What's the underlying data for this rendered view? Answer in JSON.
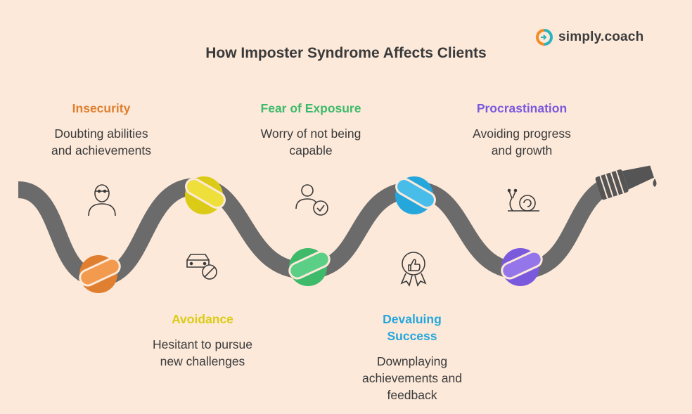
{
  "title": "How Imposter Syndrome Affects Clients",
  "brand": {
    "name": "simply.coach",
    "logo": "simply-coach-logo"
  },
  "steps": [
    {
      "heading": "Insecurity",
      "desc_line1": "Doubting abilities",
      "desc_line2": "and achievements",
      "color": "#e07f2f",
      "icon": "masked-person-icon"
    },
    {
      "heading": "Avoidance",
      "desc_line1": "Hesitant to pursue",
      "desc_line2": "new challenges",
      "color": "#dccb16",
      "icon": "car-prohibited-icon"
    },
    {
      "heading": "Fear of Exposure",
      "desc_line1": "Worry of not being",
      "desc_line2": "capable",
      "color": "#3fba6b",
      "icon": "person-check-icon"
    },
    {
      "heading_line1": "Devaluing",
      "heading_line2": "Success",
      "desc_line1": "Downplaying",
      "desc_line2": "achievements and",
      "desc_line3": "feedback",
      "color": "#26a7dc",
      "icon": "thumbs-up-badge-icon"
    },
    {
      "heading": "Procrastination",
      "desc_line1": "Avoiding progress",
      "desc_line2": "and growth",
      "color": "#7b59dd",
      "icon": "snail-icon"
    }
  ],
  "colors": {
    "background": "#fce9da",
    "hose": "#6b6b6b",
    "text": "#3a3a3a"
  }
}
